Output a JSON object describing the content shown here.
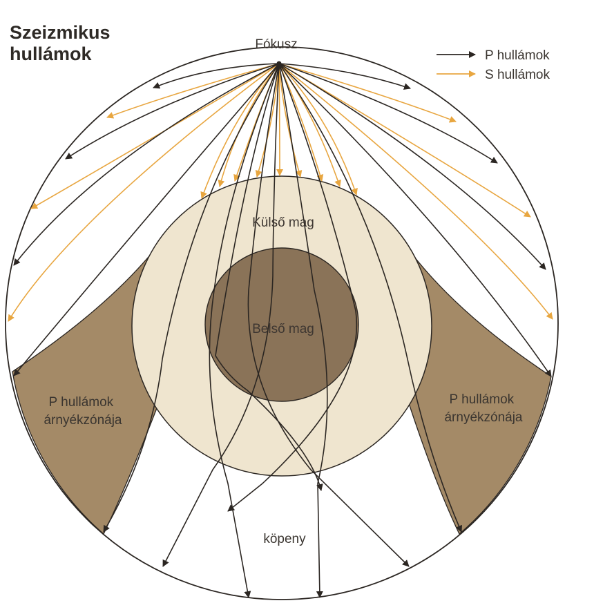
{
  "title": [
    "Szeizmikus",
    "hullámok"
  ],
  "focus_label": "Fókusz",
  "legend": {
    "p_waves": "P hullámok",
    "s_waves": "S hullámok"
  },
  "layers": {
    "outer_core": "Külső mag",
    "inner_core": "Belső mag",
    "mantle": "köpeny"
  },
  "shadow_zone": [
    "P hullámok",
    "árnyékzónája"
  ],
  "colors": {
    "p_wave": "#2b2622",
    "s_wave": "#e8a640",
    "earth_outline": "#2b2622",
    "outer_core_fill": "#efe5cf",
    "inner_core_fill": "#8a7358",
    "shadow_zone_fill": "#a48a67",
    "mantle_fill": "#ffffff"
  }
}
